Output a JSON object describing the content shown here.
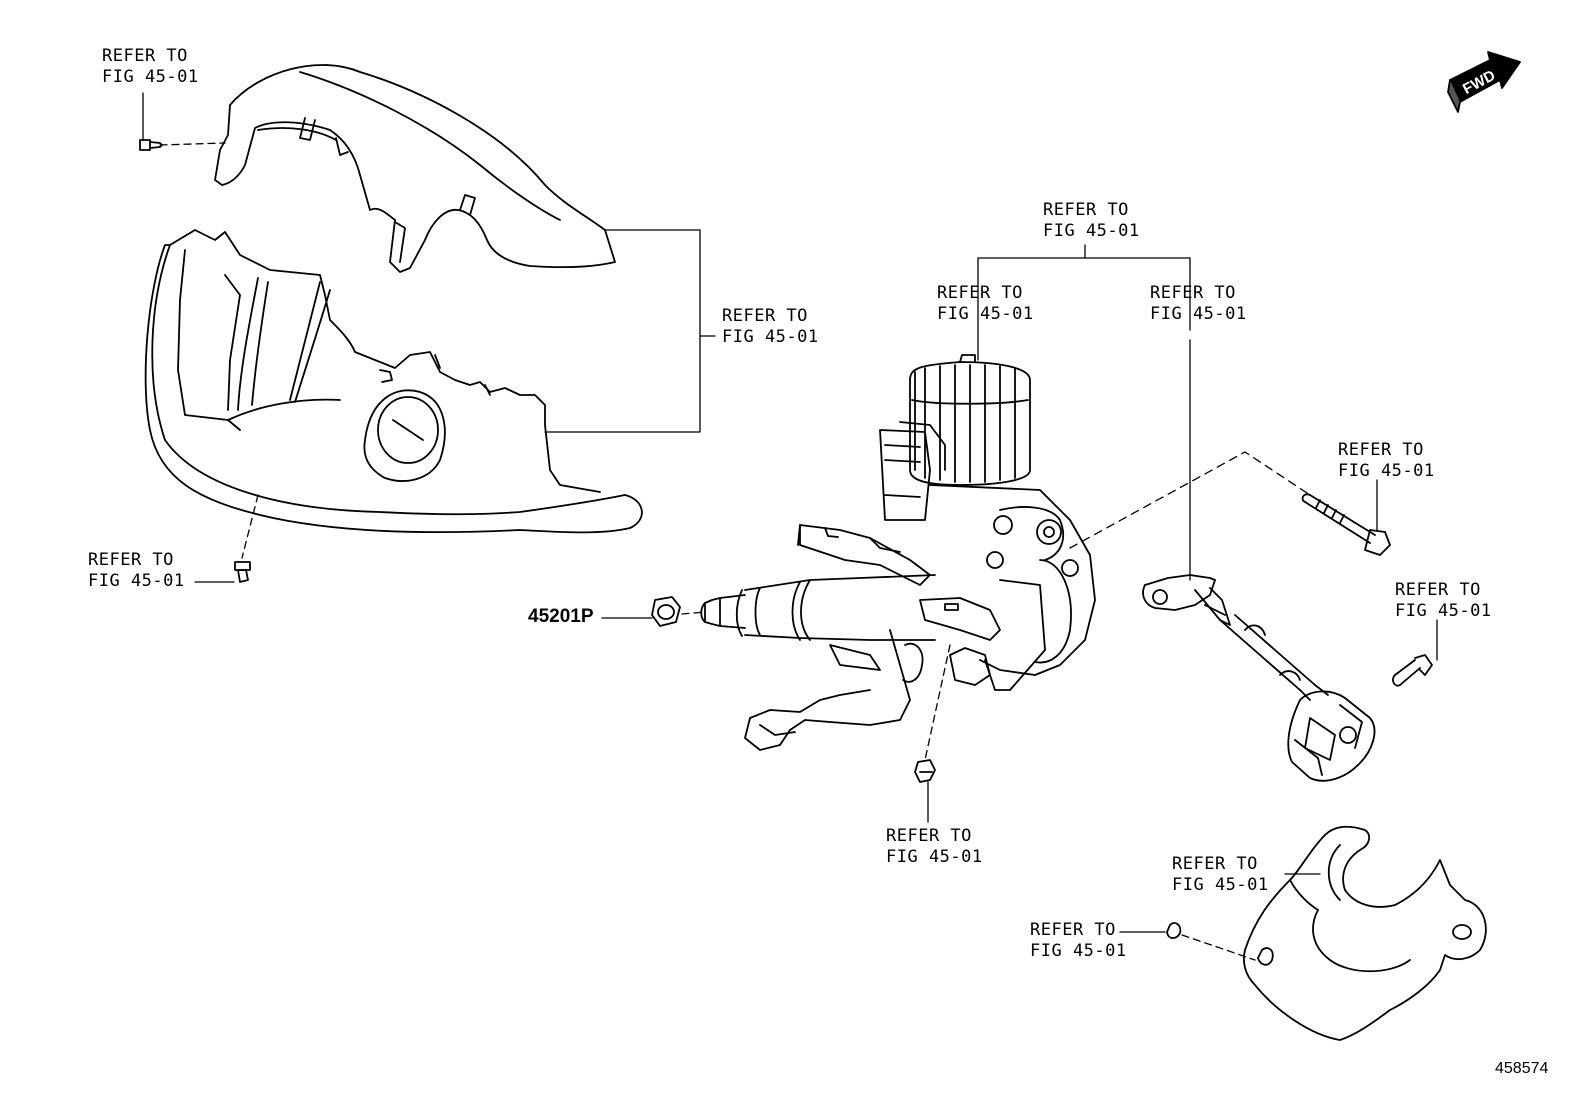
{
  "callouts": {
    "screw_top": {
      "line1": "REFER TO",
      "line2": "FIG 45-01"
    },
    "column_cover": {
      "line1": "REFER TO",
      "line2": "FIG 45-01"
    },
    "screw_lower": {
      "line1": "REFER TO",
      "line2": "FIG 45-01"
    },
    "column_top": {
      "line1": "REFER TO",
      "line2": "FIG 45-01"
    },
    "column_left": {
      "line1": "REFER TO",
      "line2": "FIG 45-01"
    },
    "shaft_right": {
      "line1": "REFER TO",
      "line2": "FIG 45-01"
    },
    "bolt_long": {
      "line1": "REFER TO",
      "line2": "FIG 45-01"
    },
    "bolt_short": {
      "line1": "REFER TO",
      "line2": "FIG 45-01"
    },
    "nut_bottom": {
      "line1": "REFER TO",
      "line2": "FIG 45-01"
    },
    "boot": {
      "line1": "REFER TO",
      "line2": "FIG 45-01"
    },
    "clip": {
      "line1": "REFER TO",
      "line2": "FIG 45-01"
    }
  },
  "part_number": "45201P",
  "figure_id": "458574",
  "fwd_label": "FWD",
  "colors": {
    "ink": "#000000",
    "paper": "#ffffff"
  }
}
